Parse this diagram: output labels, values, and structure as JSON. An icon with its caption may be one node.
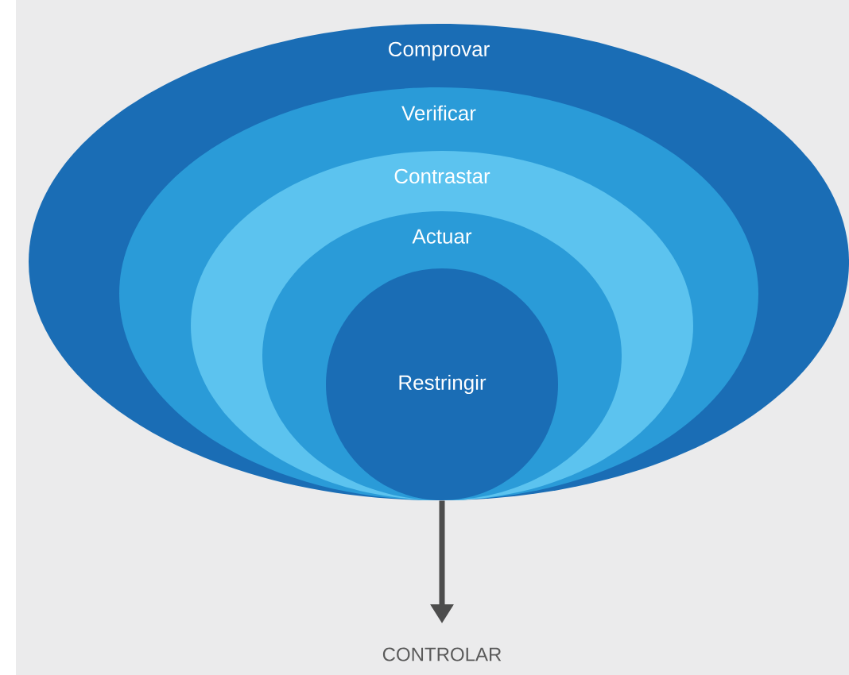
{
  "diagram": {
    "nodes": [
      {
        "text": [
          "Comprovar"
        ]
      },
      {
        "text": [
          "Verificar"
        ],
        "in": 0
      },
      {
        "text": [
          "Contrastar"
        ],
        "in": 1
      },
      {
        "text": [
          "Actuar"
        ],
        "in": 2
      },
      {
        "text": [
          "Restringir"
        ],
        "in": 3
      },
      {
        "text": [
          "CONTROLAR"
        ]
      }
    ],
    "edges": [
      {
        "from": 4,
        "to": 5,
        "arrow": "to"
      }
    ]
  }
}
